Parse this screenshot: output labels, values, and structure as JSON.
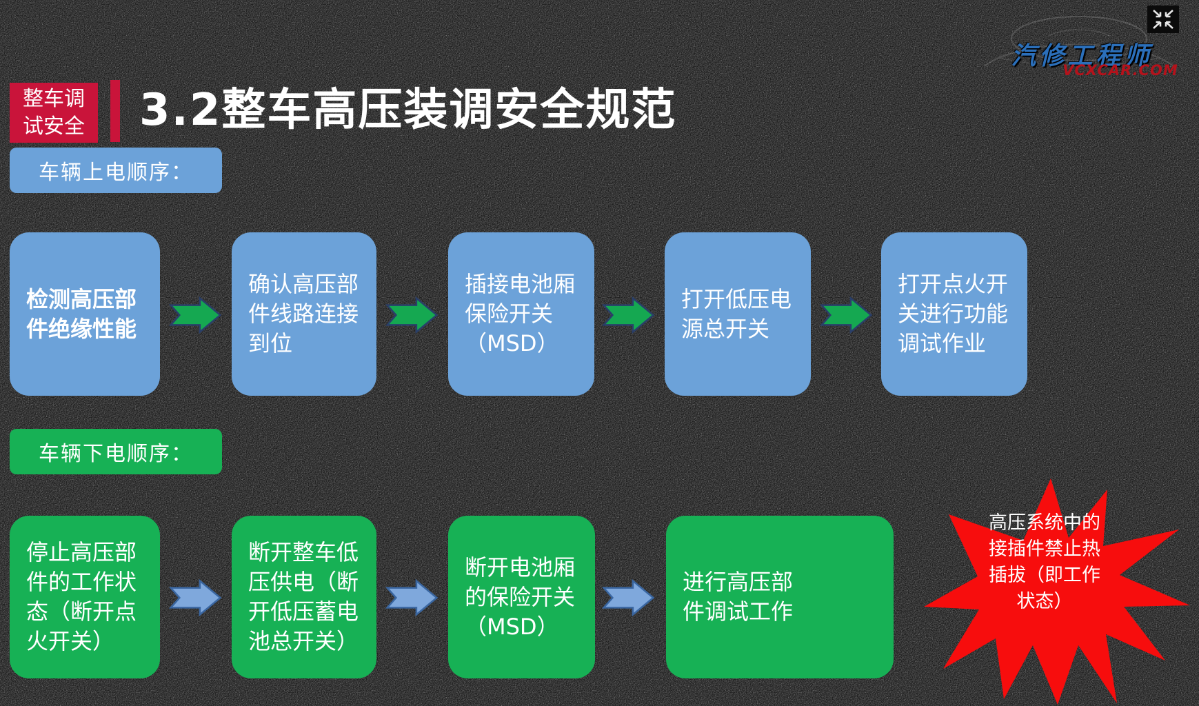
{
  "slide": {
    "badge": "整车调\n试安全",
    "title": "3.2整车高压装调安全规范"
  },
  "logo": {
    "brand": "汽修工程师",
    "site": "VCXCAR.COM"
  },
  "power_on": {
    "label": "车辆上电顺序：",
    "steps": [
      "检测高压部\n件绝缘性能",
      "确认高压部\n件线路连接\n到位",
      "插接电池厢\n保险开关\n（MSD）",
      "打开低压电\n源总开关",
      "打开点火开\n关进行功能\n调试作业"
    ]
  },
  "power_off": {
    "label": "车辆下电顺序：",
    "steps": [
      "停止高压部\n件的工作状\n态（断开点\n火开关）",
      "断开整车低\n压供电（断\n开低压蓄电\n池总开关）",
      "断开电池厢\n的保险开关\n（MSD）",
      "进行高压部\n件调试工作"
    ],
    "warning": "高压系统中的\n接插件禁止热\n插拔（即工作\n状态）"
  },
  "colors": {
    "background": "#1d1d1d",
    "step_blue": "#6CA2D9",
    "step_green": "#17B155",
    "arrow_green": "#15A851",
    "arrow_blue": "#7FA8DC",
    "accent_red": "#C9143A",
    "warning_red": "#F70D0D",
    "logo_blue": "#2B6FBA",
    "logo_red": "#B5121B"
  }
}
